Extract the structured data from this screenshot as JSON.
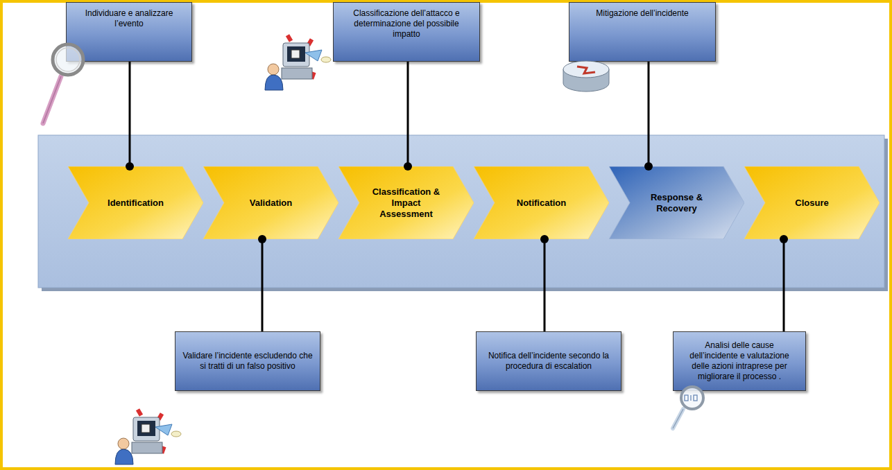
{
  "diagram": {
    "nodes": [
      {
        "text": [
          "Individuare e analizzare l’evento"
        ]
      },
      {
        "text": [
          "Classificazione dell’attacco e determinazione del possibile impatto"
        ]
      },
      {
        "text": [
          "Mitigazione dell’incidente"
        ]
      },
      {
        "text": [
          "Identification"
        ]
      },
      {
        "text": [
          "Validation"
        ]
      },
      {
        "text": [
          "Classification & Impact Assessment"
        ]
      },
      {
        "text": [
          "Notification"
        ]
      },
      {
        "text": [
          "Response & Recovery"
        ]
      },
      {
        "text": [
          "Closure"
        ]
      },
      {
        "text": [
          "Validare l’incidente escludendo che si tratti di un falso positivo"
        ]
      },
      {
        "text": [
          "Notifica dell’incidente secondo la procedura di escalation"
        ]
      },
      {
        "text": [
          "Analisi delle cause dell’incidente e valutazione delle azioni intraprese per migliorare il processo ."
        ]
      }
    ],
    "edges": [
      {
        "from": 0,
        "to": 3,
        "arrow": "none"
      },
      {
        "from": 9,
        "to": 4,
        "arrow": "none"
      },
      {
        "from": 1,
        "to": 5,
        "arrow": "none"
      },
      {
        "from": 10,
        "to": 6,
        "arrow": "none"
      },
      {
        "from": 2,
        "to": 7,
        "arrow": "none"
      },
      {
        "from": 11,
        "to": 8,
        "arrow": "none"
      }
    ]
  }
}
